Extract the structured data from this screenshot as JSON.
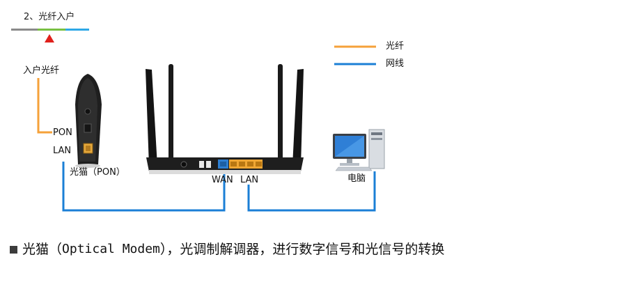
{
  "header": {
    "step_title": "2、光纤入户"
  },
  "legend": {
    "items": [
      {
        "label": "光纤",
        "color": "#f5a13a"
      },
      {
        "label": "网线",
        "color": "#1b7fd6"
      }
    ]
  },
  "labels": {
    "fiber_in": "入户光纤",
    "pon": "PON",
    "lan_left": "LAN",
    "modem": "光猫（PON）",
    "wan": "WAN",
    "lan_router": "LAN",
    "computer": "电脑"
  },
  "caption": {
    "lead": "光猫（",
    "term": "Optical Modem",
    "tail": "），光调制解调器，进行数字信号和光信号的转换"
  },
  "colors": {
    "fiber": "#f5a13a",
    "ethernet": "#1b7fd6",
    "progress_gray": "#8a8a8a",
    "progress_green": "#79c043",
    "progress_blue": "#2ea8e6",
    "marker_red": "#e0201b"
  }
}
